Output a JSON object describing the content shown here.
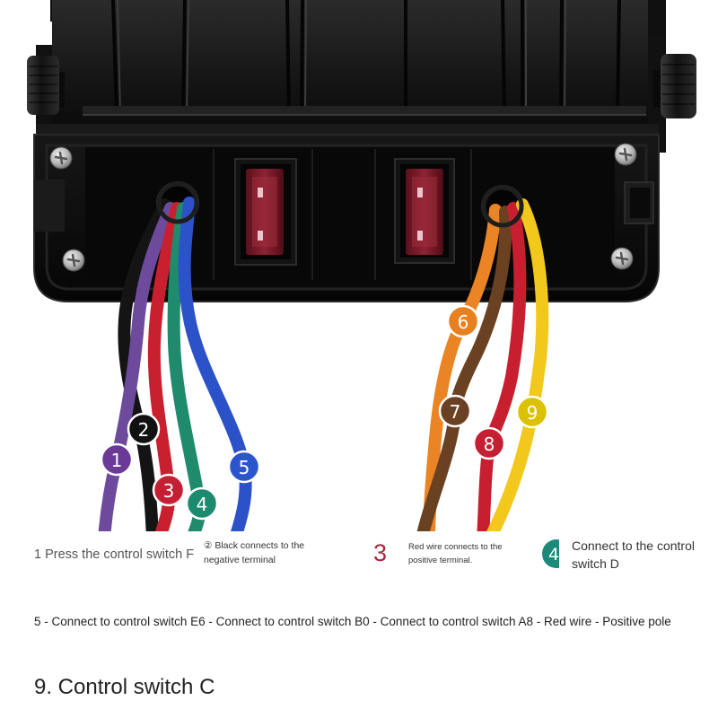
{
  "wire_colors": {
    "black": "#141414",
    "purple": "#6e4a9c",
    "red": "#c8202f",
    "green": "#1f8a6c",
    "blue": "#2b52c9",
    "orange": "#ea8424",
    "brown": "#6a4121",
    "red_right": "#c71f30",
    "yellow": "#f3c81c"
  },
  "badges": [
    {
      "label": "1",
      "color": "#6b3a97"
    },
    {
      "label": "2",
      "color": "#111111"
    },
    {
      "label": "3",
      "color": "#c41f33"
    },
    {
      "label": "4",
      "color": "#1b8a6e"
    },
    {
      "label": "5",
      "color": "#2a55cc"
    },
    {
      "label": "6",
      "color": "#e8801f"
    },
    {
      "label": "7",
      "color": "#6a4122"
    },
    {
      "label": "8",
      "color": "#c41f33"
    },
    {
      "label": "9",
      "color": "#dcc100"
    }
  ],
  "captions": {
    "item1": "1 Press the control switch F",
    "item2_line1": "② Black connects to the",
    "item2_line2": "negative terminal",
    "item3_number": "3",
    "item3_line1": "Red wire connects to the",
    "item3_line2": "positive terminal.",
    "item4_number": "4",
    "item4_color": "#1b8a7a",
    "item4_line1": "Connect to the control",
    "item4_line2": "switch D"
  },
  "summary_line": "5 - Connect to control switch E6 - Connect to control switch B0 - Connect to control switch A8 - Red wire - Positive pole",
  "footer_title": "9. Control switch C"
}
